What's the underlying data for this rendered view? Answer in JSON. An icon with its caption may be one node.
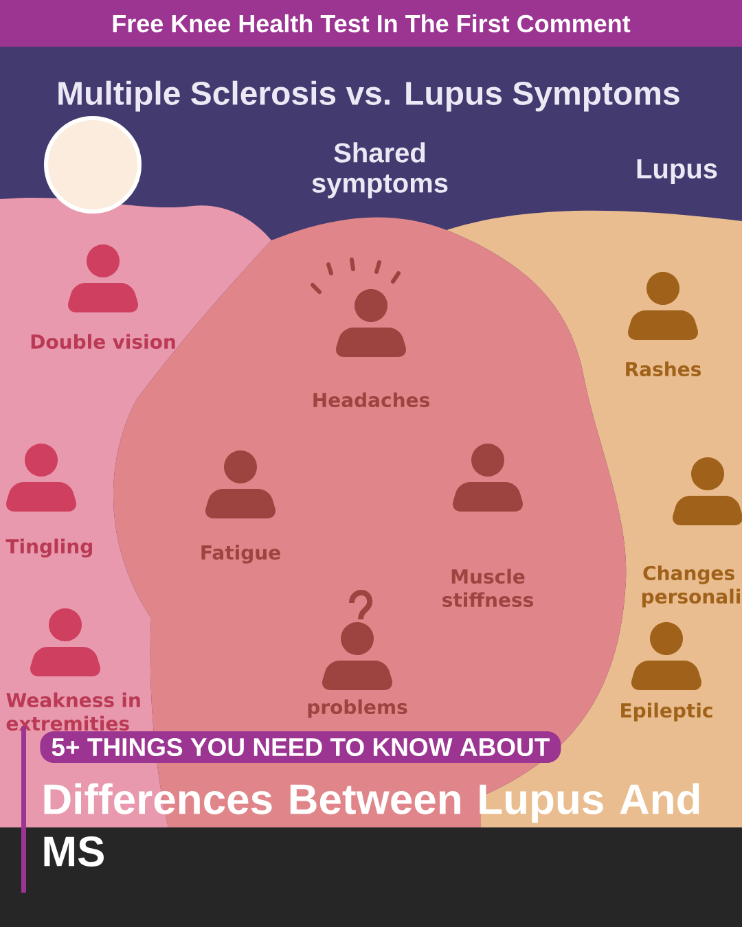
{
  "diagram": {
    "title": "Multiple Sclerosis vs. Lupus Symptoms",
    "nodes": [
      {
        "text": [],
        "shape": "cloud"
      },
      {
        "text": [
          "Shared symptoms"
        ]
      },
      {
        "text": [
          "Lupus"
        ]
      },
      {
        "text": [
          "Double vision"
        ],
        "in": 0
      },
      {
        "text": [
          "Headaches"
        ],
        "in": 1
      },
      {
        "text": [
          "Rashes"
        ],
        "in": 2
      },
      {
        "text": [
          "Tingling"
        ],
        "in": 0
      },
      {
        "text": [
          "Fatigue"
        ],
        "in": 1
      },
      {
        "text": [
          "Muscle stiffness"
        ],
        "in": 1
      },
      {
        "text": [
          "Changes personali"
        ],
        "in": 2
      },
      {
        "text": [
          "Weakness in extremities"
        ],
        "in": 0
      },
      {
        "text": [
          "problems"
        ],
        "in": 1
      },
      {
        "text": [
          "Epileptic"
        ],
        "in": 2
      }
    ],
    "labels": [
      "Free Knee Health Test In The First Comment",
      "5+ THINGS YOU NEED TO KNOW ABOUT",
      "Differences Between Lupus And MS"
    ]
  }
}
